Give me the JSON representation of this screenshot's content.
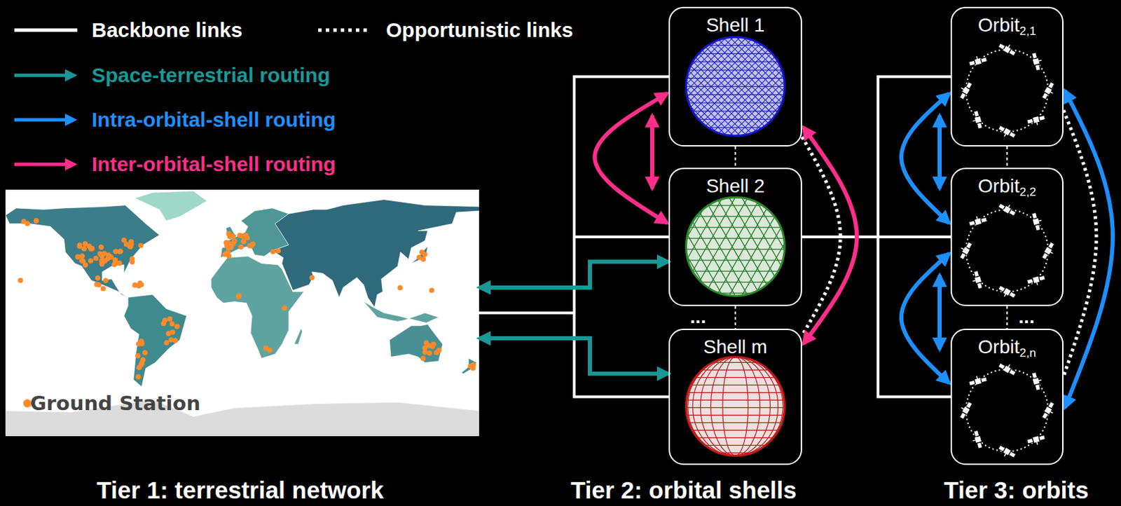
{
  "diagram": {
    "nodes": [
      {
        "text": [
          "Ground Station"
        ]
      },
      {
        "text": [
          "Shell 1"
        ]
      },
      {
        "text": [
          "Shell 2"
        ]
      },
      {
        "text": [
          "Shell m"
        ]
      },
      {
        "text": [
          "Orbit2,1"
        ]
      },
      {
        "text": [
          "Orbit2,2"
        ]
      },
      {
        "text": [
          "Orbit2,n"
        ]
      }
    ],
    "edges": [
      {
        "from": 0,
        "to": 1,
        "arrow": "none"
      },
      {
        "from": 0,
        "to": 2,
        "arrow": "none"
      },
      {
        "from": 0,
        "to": 3,
        "arrow": "none"
      },
      {
        "from": 2,
        "to": 4,
        "arrow": "none"
      },
      {
        "from": 2,
        "to": 5,
        "arrow": "none"
      },
      {
        "from": 2,
        "to": 6,
        "arrow": "none"
      },
      {
        "from": 1,
        "to": 2,
        "arrow": "none"
      },
      {
        "from": 2,
        "to": 3,
        "arrow": "none"
      },
      {
        "from": 4,
        "to": 5,
        "arrow": "none"
      },
      {
        "from": 5,
        "to": 6,
        "arrow": "none"
      },
      {
        "from": 1,
        "to": 3,
        "arrow": "none"
      },
      {
        "from": 4,
        "to": 6,
        "arrow": "none"
      },
      {
        "from": 0,
        "to": 2,
        "arrow": "both"
      },
      {
        "from": 0,
        "to": 3,
        "arrow": "both"
      },
      {
        "from": 1,
        "to": 2,
        "arrow": "both"
      },
      {
        "from": 1,
        "to": 2,
        "arrow": "both"
      },
      {
        "from": 1,
        "to": 3,
        "arrow": "both"
      },
      {
        "from": 4,
        "to": 5,
        "arrow": "both"
      },
      {
        "from": 4,
        "to": 5,
        "arrow": "both"
      },
      {
        "from": 5,
        "to": 6,
        "arrow": "both"
      },
      {
        "from": 5,
        "to": 6,
        "arrow": "both"
      },
      {
        "from": 4,
        "to": 6,
        "arrow": "both"
      }
    ],
    "labels": [
      "Tier 1: terrestrial network",
      "Tier 2: orbital shells",
      "Tier 3: orbits",
      "...",
      "..."
    ],
    "legend": [
      {
        "text": "Backbone links"
      },
      {
        "text": "Opportunistic links"
      },
      {
        "text": "Space-terrestrial routing"
      },
      {
        "text": "Intra-orbital-shell routing"
      },
      {
        "text": "Inter-orbital-shell routing"
      }
    ]
  }
}
